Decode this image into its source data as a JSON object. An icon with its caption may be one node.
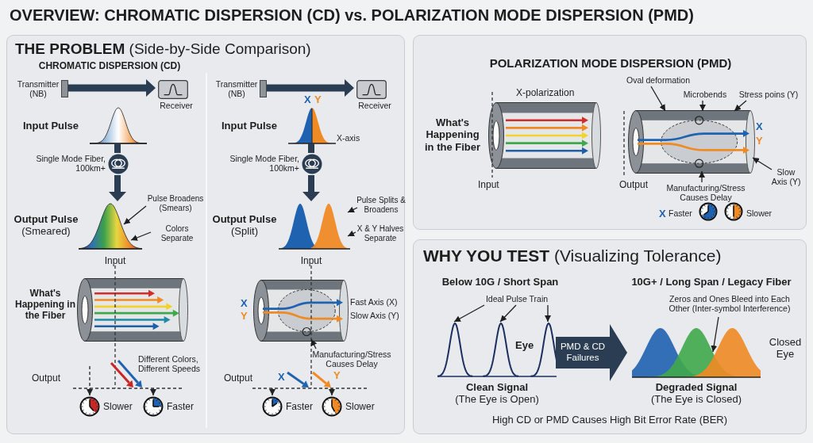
{
  "diagram": {
    "title": "OVERVIEW: CHROMATIC DISPERSION (CD) vs. POLARIZATION MODE DISPERSION (PMD)",
    "nodes": [
      {
        "text": [
          "**THE PROBLEM** (Side-by-Side Comparison)"
        ]
      },
      {
        "text": [
          "Transmitter (NB)"
        ],
        "in": 0
      },
      {
        "text": [
          "Receiver"
        ],
        "in": 0
      },
      {
        "text": [
          "Input Pulse"
        ],
        "in": 0
      },
      {
        "text": [
          "Single Mode Fiber, 100km+"
        ],
        "in": 0
      },
      {
        "text": [
          "**Output Pulse** (Smeared)"
        ],
        "in": 0
      },
      {
        "text": [
          "Pulse Broadens (Smears)"
        ],
        "in": 0
      },
      {
        "text": [
          "Colors Separate"
        ],
        "in": 0
      },
      {
        "text": [
          "What's Happening in the Fiber"
        ],
        "in": 0
      },
      {
        "text": [
          "Transmitter (NB)"
        ],
        "in": 0
      },
      {
        "text": [
          "Receiver"
        ],
        "in": 0
      },
      {
        "text": [
          "Input Pulse"
        ],
        "in": 0
      },
      {
        "text": [
          "Single Mode Fiber, 100km+"
        ],
        "in": 0
      },
      {
        "text": [
          "**Output Pulse** (Split)"
        ],
        "in": 0
      },
      {
        "text": [
          "Pulse Splits & Broadens"
        ],
        "in": 0
      },
      {
        "text": [
          "X & Y Halves Separate"
        ],
        "in": 0
      },
      {
        "text": [],
        "shape": "cylinder",
        "in": 0
      },
      {
        "text": [
          "Manufacturing/Stress Causes Delay"
        ],
        "in": 0
      },
      {
        "text": [
          "POLARIZATION MODE DISPERSION (PMD)"
        ]
      },
      {
        "text": [
          "What's Happening in the Fiber"
        ],
        "in": 18
      },
      {
        "text": [],
        "shape": "cylinder",
        "in": 18
      },
      {
        "text": [
          "Oval deformation"
        ],
        "in": 18
      },
      {
        "text": [
          "Microbends"
        ],
        "in": 18
      },
      {
        "text": [
          "Stress poins (Y)"
        ],
        "in": 18
      },
      {
        "text": [
          "Manufacturing/Stress Causes Delay"
        ],
        "in": 18
      },
      {
        "text": [
          "Slow Axis (Y)"
        ],
        "in": 18
      },
      {
        "text": [
          "**WHY YOU TEST** (Visualizing Tolerance)"
        ]
      },
      {
        "text": [
          "**Clean Signal** (The Eye is Open)"
        ],
        "in": 26
      },
      {
        "text": [
          "Ideal Pulse Train"
        ],
        "in": 26
      },
      {
        "text": [
          "**Degraded Signal** (The Eye is Closed)"
        ],
        "in": 26
      },
      {
        "text": [
          "Zeros and Ones Bleed into Each Other (Inter-symbol Interference)"
        ],
        "in": 26
      }
    ],
    "edges": [
      {
        "from": 1,
        "to": 2,
        "arrow": "to",
        "style": "thick"
      },
      {
        "from": 3,
        "to": 4,
        "arrow": "none",
        "style": "thick"
      },
      {
        "from": 4,
        "to": 5,
        "arrow": "to",
        "style": "thick"
      },
      {
        "from": 6,
        "to": 5,
        "arrow": "to"
      },
      {
        "from": 7,
        "to": 5,
        "arrow": "to"
      },
      {
        "from": 9,
        "to": 10,
        "arrow": "to",
        "style": "thick"
      },
      {
        "from": 11,
        "to": 12,
        "arrow": "none",
        "style": "thick"
      },
      {
        "from": 12,
        "to": 13,
        "arrow": "to",
        "style": "thick"
      },
      {
        "from": 14,
        "to": 13,
        "arrow": "to"
      },
      {
        "from": 15,
        "to": 13,
        "arrow": "to"
      },
      {
        "from": 17,
        "to": 16,
        "arrow": "to"
      },
      {
        "from": 21,
        "to": 20,
        "arrow": "to"
      },
      {
        "from": 22,
        "to": 20,
        "arrow": "to"
      },
      {
        "from": 23,
        "to": 20,
        "arrow": "to"
      },
      {
        "from": 24,
        "to": 20,
        "arrow": "to"
      },
      {
        "from": 25,
        "to": 20,
        "arrow": "to"
      },
      {
        "from": 28,
        "to": 27,
        "arrow": "to"
      },
      {
        "from": 28,
        "to": 27,
        "arrow": "to"
      },
      {
        "from": 28,
        "to": 27,
        "arrow": "to"
      },
      {
        "from": 27,
        "to": 29,
        "arrow": "to",
        "style": "thick",
        "label": "PMD & CD Failures"
      },
      {
        "from": 30,
        "to": 29,
        "arrow": "to"
      }
    ],
    "labels": [
      "CHROMATIC DISPERSION (CD)",
      "X",
      "Y",
      "X-axis",
      "Input",
      "Input",
      "X",
      "Y",
      "Fast Axis (X)",
      "Slow Axis (Y)",
      "Different Colors, Different Speeds",
      "Output",
      "X",
      "Y",
      "Output",
      "Slower",
      "Faster",
      "Faster",
      "Slower",
      "X-polarization",
      "X",
      "Y",
      "Input",
      "Output",
      "X",
      "Faster",
      "Slower",
      "Below 10G / Short Span",
      "10G+ / Long Span / Legacy Fiber",
      "Eye",
      "Closed Eye",
      "High CD or PMD Causes High Bit Error Rate (BER)"
    ]
  }
}
